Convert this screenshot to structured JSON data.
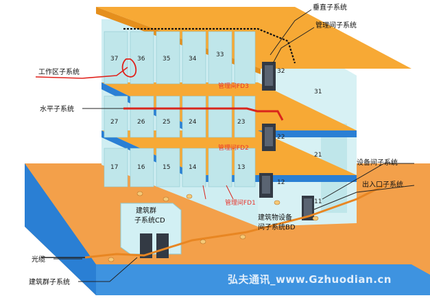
{
  "labels": {
    "vertical": "垂直子系统",
    "equipment_room_top": "管理间子系统",
    "work_area": "工作区子系统",
    "horizontal": "水平子系统",
    "equipment_room_sub": "设备间子系统",
    "entrance": "出入口子系统",
    "fiber": "光缆",
    "campus": "建筑群子系统"
  },
  "managers": {
    "fd3": "管理间FD3",
    "fd2": "管理间FD2",
    "fd1": "管理间FD1"
  },
  "campus_box": {
    "line1": "建筑群",
    "line2": "子系统CD"
  },
  "bd_box": {
    "line1": "建筑物设备",
    "line2": "间子系统BD"
  },
  "rooms": {
    "floor3": [
      "37",
      "36",
      "35",
      "34",
      "33",
      "32",
      "31"
    ],
    "floor2": [
      "27",
      "26",
      "25",
      "24",
      "23",
      "22",
      "21"
    ],
    "floor1": [
      "17",
      "16",
      "15",
      "14",
      "13",
      "12",
      "11"
    ]
  },
  "watermark": "弘夫通讯_www.Gzhuodian.cn",
  "colors": {
    "floor_orange": "#f7a935",
    "wall_cyan": "#bfe6ea",
    "ground": "#f3a04a",
    "base_blue": "#2a7fd4",
    "cable_red": "#d9251c",
    "rack_dark": "#333a44"
  }
}
